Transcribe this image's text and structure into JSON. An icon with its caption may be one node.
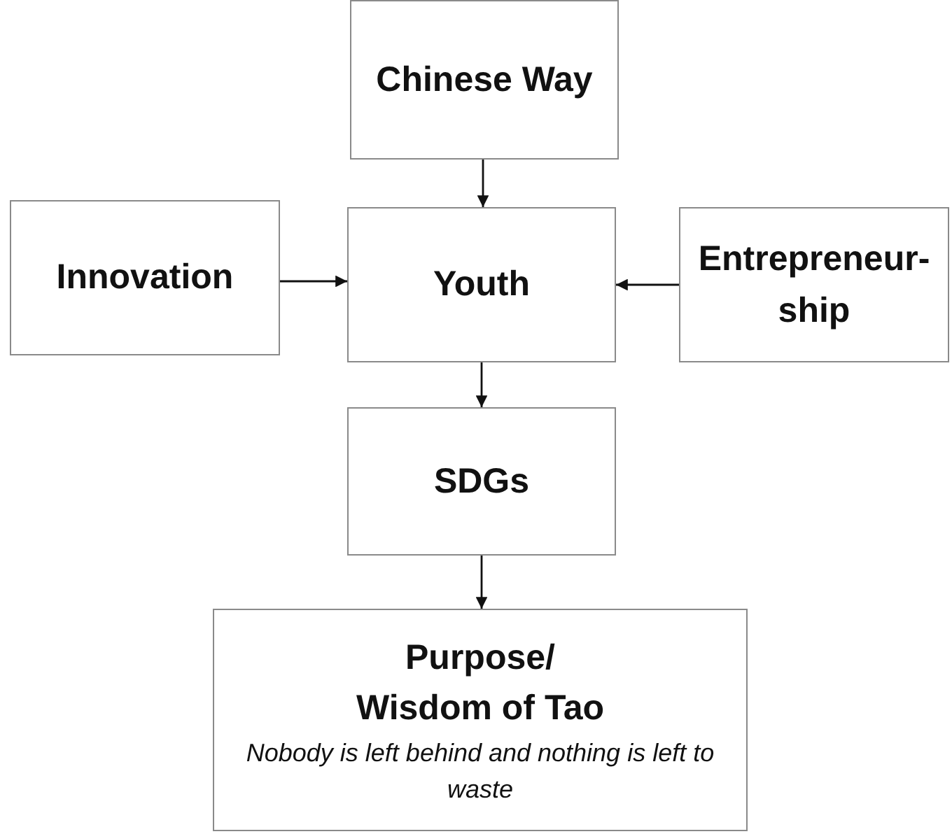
{
  "diagram": {
    "nodes": [
      {
        "text": [
          "Chinese Way"
        ]
      },
      {
        "text": [
          "Innovation"
        ]
      },
      {
        "text": [
          "Youth"
        ]
      },
      {
        "text": [
          "Entrepreneur-ship"
        ]
      },
      {
        "text": [
          "SDGs"
        ]
      },
      {
        "text": [
          "Purpose/ Wisdom of Tao",
          "Nobody is left behind and nothing is left to waste"
        ]
      }
    ],
    "edges": [
      {
        "from": 0,
        "to": 2,
        "arrow": "to"
      },
      {
        "from": 1,
        "to": 2,
        "arrow": "to"
      },
      {
        "from": 3,
        "to": 2,
        "arrow": "to"
      },
      {
        "from": 2,
        "to": 4,
        "arrow": "to"
      },
      {
        "from": 4,
        "to": 5,
        "arrow": "to"
      }
    ]
  }
}
